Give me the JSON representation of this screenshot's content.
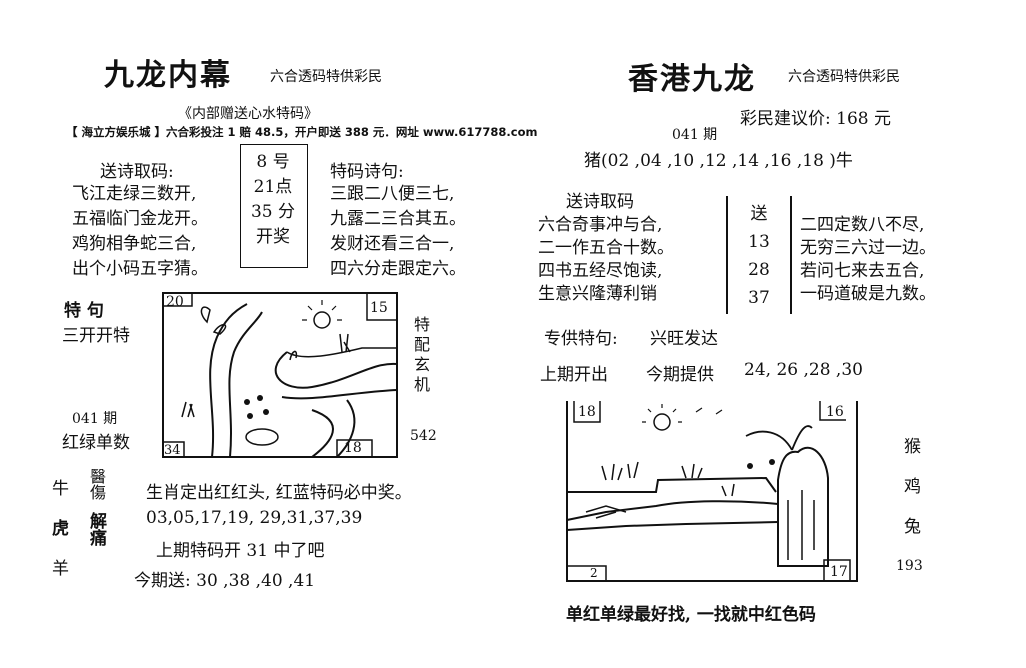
{
  "left": {
    "title": "九龙内幕",
    "subtitle": "六合透码特供彩民",
    "notice": "《内部赠送心水特码》",
    "ad": "【 海立方娱乐城 】六合彩投注 1 赔 48.5，开户即送 388 元．网址 www.617788.com",
    "poem1_heading": "送诗取码:",
    "poem1": [
      "飞江走绿三数开,",
      "五福临门金龙开。",
      "鸡狗相争蛇三合,",
      "出个小码五字猜。"
    ],
    "time_box": [
      "8 号",
      "21点",
      "35 分",
      "开奖"
    ],
    "poem2_heading": "特码诗句:",
    "poem2": [
      "三跟二八便三七,",
      "九露二三合其五。",
      "发财还看三合一,",
      "四六分走跟定六。"
    ],
    "special_heading": "特  句",
    "special_text": "三开开特",
    "period": "041 期",
    "red_green": "红绿单数",
    "side_vertical": "特配玄机",
    "side_number": "542",
    "pic_num_tl": "20",
    "pic_num_tr": "15",
    "pic_num_bl": "34",
    "pic_num_br": "18",
    "zodiac_niu": "牛",
    "zodiac_hu": "虎",
    "zodiac_yang": "羊",
    "vertical_1": "醫傷",
    "vertical_2": "解痛",
    "line1": "生肖定出红红头, 红蓝特码必中奖。",
    "line2": "03,05,17,19,  29,31,37,39",
    "line3": "上期特码开  31  中了吧",
    "line4": "今期送: 30 ,38 ,40 ,41"
  },
  "right": {
    "title": "香港九龙",
    "subtitle": "六合透码特供彩民",
    "price": "彩民建议价: 168 元",
    "period": "041 期",
    "zodiac_line": "猪(02 ,04 ,10 ,12 ,14 ,16 ,18      )牛",
    "poem_heading": "送诗取码",
    "poem1": [
      "六合奇事冲与合,",
      "二一作五合十数。",
      "四书五经尽饱读,",
      "生意兴隆薄利销"
    ],
    "box": [
      "送",
      "13",
      "28",
      "37"
    ],
    "poem2": [
      "二四定数八不尽,",
      "无穷三六过一边。",
      "若问七来去五合,",
      "一码道破是九数。"
    ],
    "special_label": "专供特句:",
    "special_value": "兴旺发达",
    "last_label": "上期开出",
    "current_label": "今期提供",
    "current_values": "24, 26 ,28 ,30",
    "side_zodiacs": [
      "猴",
      "鸡",
      "兔"
    ],
    "side_number": "193",
    "pic_num_tl": "18",
    "pic_num_tr": "16",
    "pic_num_bl": "2",
    "pic_num_br": "17",
    "footer": "单红单绿最好找, 一找就中红色码"
  }
}
